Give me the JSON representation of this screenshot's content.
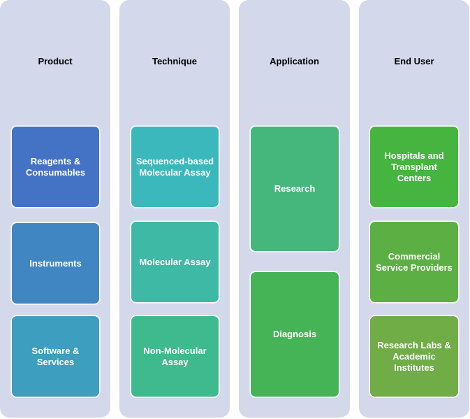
{
  "columns": [
    {
      "title": "Product",
      "items": [
        {
          "label": "Reagents &\nConsumables",
          "color": "#4472c4"
        },
        {
          "label": "Instruments",
          "color": "#4086c3"
        },
        {
          "label": "Software &\nServices",
          "color": "#3e9ebf"
        }
      ]
    },
    {
      "title": "Technique",
      "items": [
        {
          "label": "Sequenced-based\nMolecular Assay",
          "color": "#3bb8bc"
        },
        {
          "label": "Molecular Assay",
          "color": "#3db9a5"
        },
        {
          "label": "Non-Molecular\nAssay",
          "color": "#3fb98e"
        }
      ]
    },
    {
      "title": "Application",
      "items": [
        {
          "label": "Research",
          "color": "#45b77d"
        },
        {
          "label": "Diagnosis",
          "color": "#44b457"
        }
      ]
    },
    {
      "title": "End User",
      "items": [
        {
          "label": "Hospitals and\nTransplant\nCenters",
          "color": "#46b540"
        },
        {
          "label": "Commercial\nService Providers",
          "color": "#5cb043"
        },
        {
          "label": "Research Labs &\nAcademic\nInstitutes",
          "color": "#70ad47"
        }
      ]
    }
  ]
}
